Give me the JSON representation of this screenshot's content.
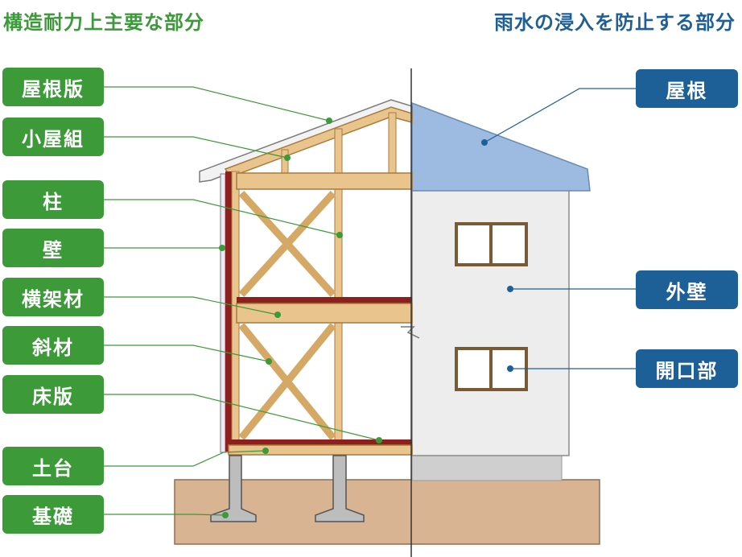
{
  "headings": {
    "structural": "構造耐力上主要な部分",
    "rainwater": "雨水の浸入を防止する部分"
  },
  "structural_parts": [
    {
      "label": "屋根版"
    },
    {
      "label": "小屋組"
    },
    {
      "label": "柱"
    },
    {
      "label": "壁"
    },
    {
      "label": "横架材"
    },
    {
      "label": "斜材"
    },
    {
      "label": "床版"
    },
    {
      "label": "土台"
    },
    {
      "label": "基礎"
    }
  ],
  "rainwater_parts": [
    {
      "label": "屋根"
    },
    {
      "label": "外壁"
    },
    {
      "label": "開口部"
    }
  ],
  "colors": {
    "structural_green": "#3c9a39",
    "rainwater_blue": "#1d5f97",
    "roof_blue": "#9dbbe0",
    "timber": "#e9c48c",
    "ground": "#d8b492"
  }
}
